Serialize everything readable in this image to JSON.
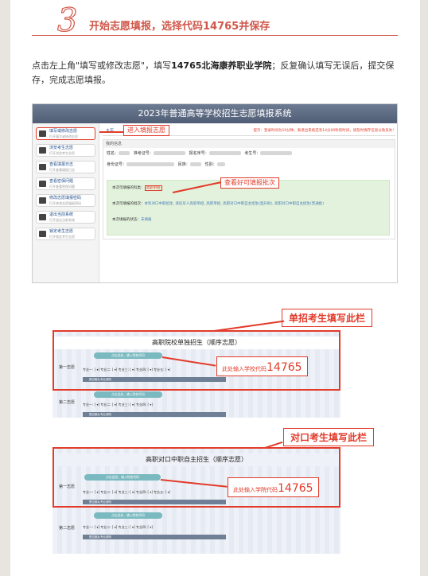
{
  "step": {
    "number": "3",
    "title": "开始志愿填报，选择代码14765并保存"
  },
  "instruction": {
    "part1": "点击左上角\"填写或修改志愿\"，填写",
    "bold": "14765北海康养职业学院",
    "part2": "；反复确认填写无误后，提交保存，完成志愿填报。"
  },
  "shot1": {
    "window_title": "2023年普通高等学校招生志愿填报系统",
    "sidebar": [
      {
        "label": "填写或修改志愿",
        "sub": "打开填写或修改志愿",
        "icon": "edit-icon"
      },
      {
        "label": "浏览考生志愿",
        "sub": "打开浏览考生志愿",
        "icon": "monitor-icon"
      },
      {
        "label": "查看填报日志",
        "sub": "打开查看填报日志",
        "icon": "list-icon"
      },
      {
        "label": "查看密保问题",
        "sub": "打开查看密保问题",
        "icon": "chat-icon"
      },
      {
        "label": "修改志愿填报密码",
        "sub": "打开修改志愿填报密码",
        "icon": "lock-icon"
      },
      {
        "label": "退出当前系统",
        "sub": "打开退出当前系统",
        "icon": "exit-icon"
      },
      {
        "label": "锁定考生志愿",
        "sub": "打开锁定考生志愿",
        "icon": "shield-icon"
      }
    ],
    "tab_home": "主页",
    "hint": "提示：登录时间为10分钟，离退出系统还有14分00秒的时间，请及时保存信息以免丢失!",
    "panel_title": "我的信息",
    "fields": {
      "name": "姓名：",
      "exam_no": "准考证号：",
      "signup_no": "报名序号：",
      "student_no": "考生号：",
      "id_no": "身份证号：",
      "nation": "民族：",
      "gender": "性别："
    },
    "green_rows": [
      {
        "label": "本次可填报的科类：",
        "value": "高职单招"
      },
      {
        "label": "本次可填报的批次：",
        "value": "本科对口中职招生, 退役军人高职单招, 高职单招, 高职对口中职自主招生(直升批), 高职对口中职自主招生(普通批)"
      },
      {
        "label": "本次填报的状态：",
        "value": "未填报"
      }
    ],
    "callout_enter": "进入填报志愿",
    "callout_batch": "查看好可填报批次"
  },
  "shot2": {
    "banner_top": "单招考生填写此栏",
    "section1_title": "高职院校单独招生（顺序志愿）",
    "row1_label": "第一志愿",
    "row2_label": "第二志愿",
    "pill_text": "点击此处，输入院校代码",
    "select_labels": [
      "专业一:",
      "专业二:",
      "专业三:",
      "专业四:",
      "专业五:",
      "专业六:"
    ],
    "check_text": "是否服从专业调剂",
    "code_hint": "此处输入学校代码",
    "code_value": "14765"
  },
  "shot3": {
    "banner": "对口考生填写此栏",
    "section_title": "高职对口中职自主招生（顺序志愿）",
    "row1_label": "第一志愿",
    "row2_label": "第二志愿",
    "code_hint": "此处输入学院代码",
    "code_value": "14765"
  }
}
